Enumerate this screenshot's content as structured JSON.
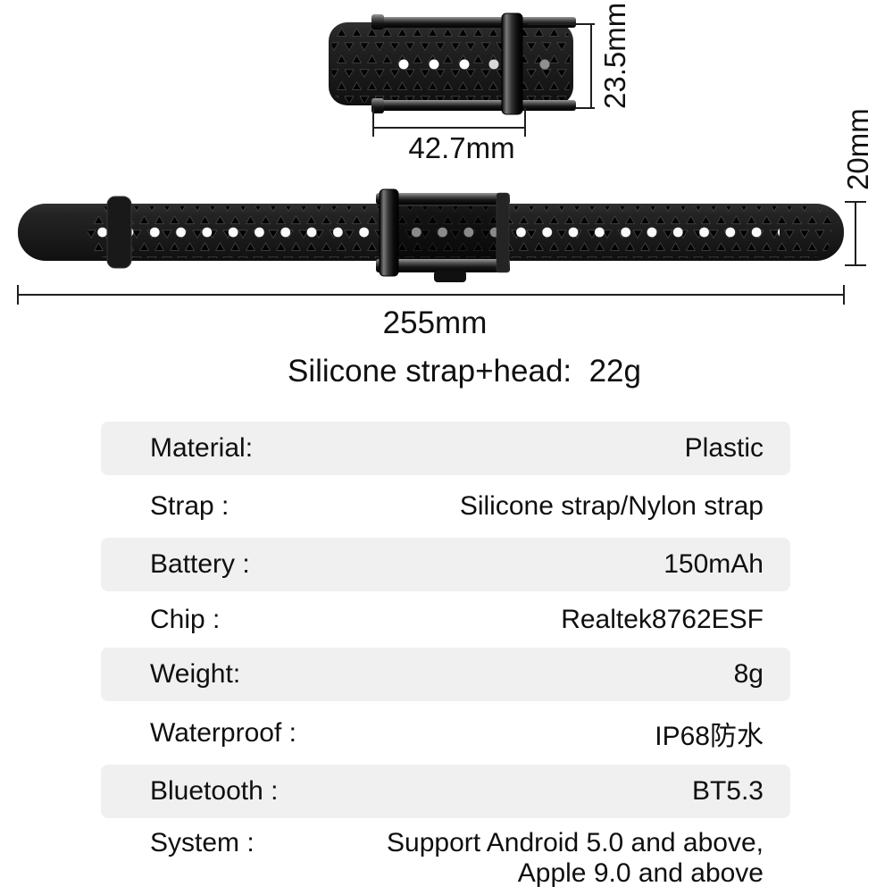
{
  "diagram": {
    "top_view": {
      "width_label": "42.7mm",
      "height_label": "23.5mm"
    },
    "strap_view": {
      "length_label": "255mm",
      "height_label": "20mm"
    },
    "weight_note": "Silicone strap+head:  22g"
  },
  "spec_table": {
    "rows": [
      {
        "label": "Material:",
        "value": "Plastic"
      },
      {
        "label": "Strap :",
        "value": "Silicone strap/Nylon strap"
      },
      {
        "label": "Battery :",
        "value": "150mAh"
      },
      {
        "label": "Chip :",
        "value": "Realtek8762ESF"
      },
      {
        "label": "Weight:",
        "value": "8g"
      },
      {
        "label": "Waterproof :",
        "value": "IP68防水"
      },
      {
        "label": "Bluetooth :",
        "value": "BT5.3"
      },
      {
        "label": "System :",
        "value": "Support Android 5.0 and above,\nApple 9.0 and above"
      }
    ]
  },
  "colors": {
    "row_alt_bg": "#f0f0f0",
    "strap_body": "#1c1c1c",
    "hole": "#ffffff",
    "text": "#111111"
  }
}
